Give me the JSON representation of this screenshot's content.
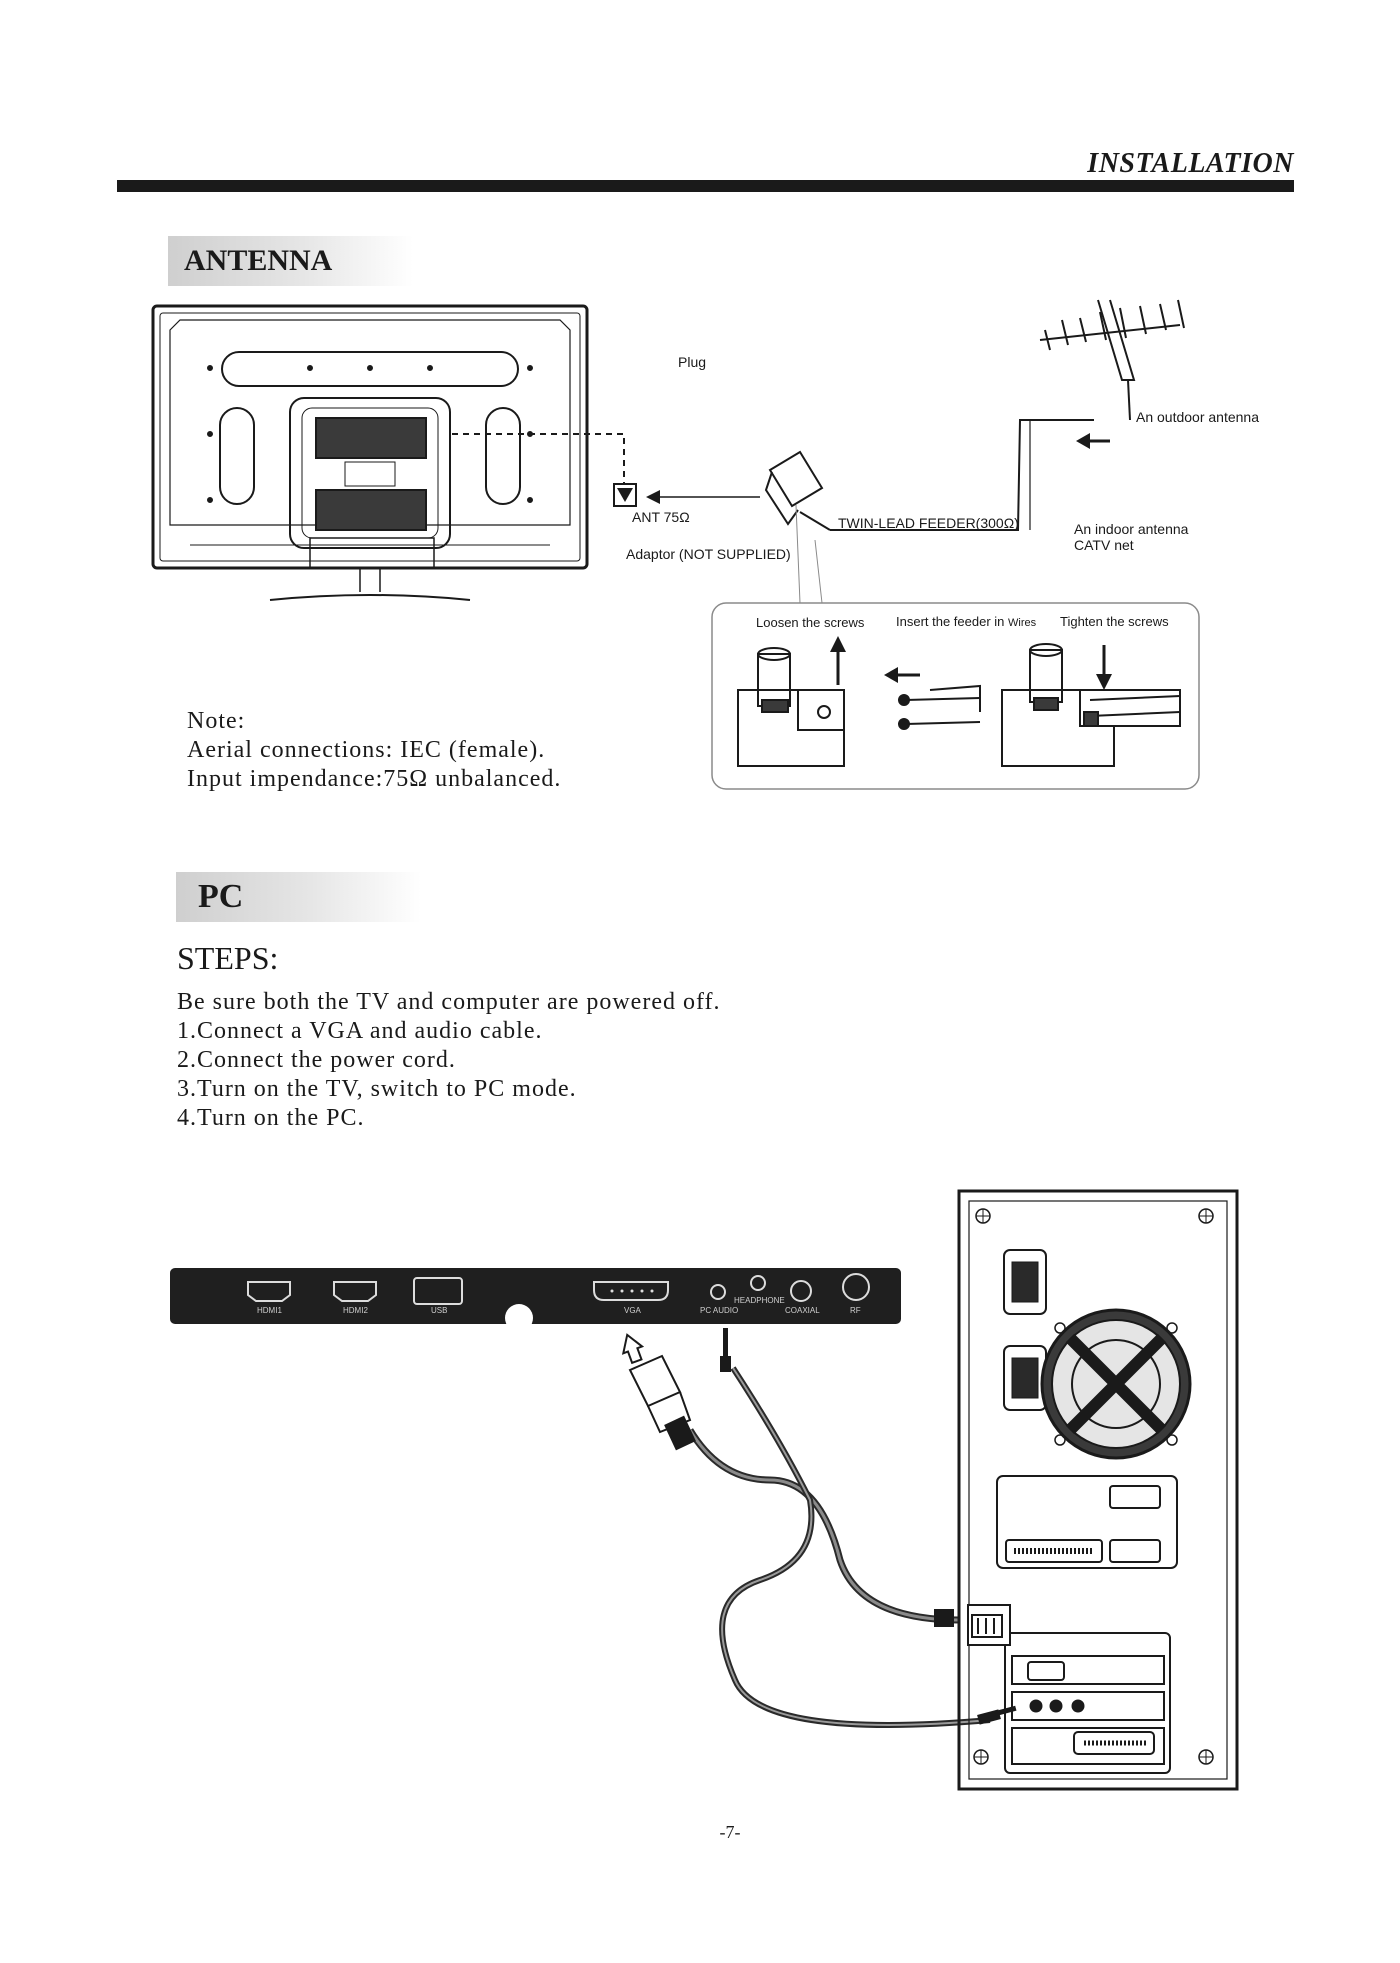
{
  "header": {
    "title": "INSTALLATION"
  },
  "antenna": {
    "section_title": "ANTENNA",
    "labels": {
      "plug": "Plug",
      "outdoor_antenna": "An outdoor antenna",
      "ant75": "ANT 75Ω",
      "adaptor": "Adaptor  (NOT SUPPLIED)",
      "twin_lead": "TWIN-LEAD FEEDER(300Ω)",
      "indoor_antenna": "An indoor antenna",
      "catv_net": "CATV net"
    },
    "steps_box": {
      "loosen": "Loosen the screws",
      "insert": "Insert the feeder in",
      "wires": "Wires",
      "tighten": "Tighten the screws"
    },
    "note": {
      "title": "Note:",
      "line1": "Aerial connections: IEC (female).",
      "line2": "Input impendance:75Ω  unbalanced."
    }
  },
  "pc": {
    "section_title": "PC",
    "steps_title": "STEPS:",
    "steps": [
      "Be sure both the TV and computer are powered off.",
      "1.Connect a VGA and audio cable.",
      "2.Connect the power cord.",
      "3.Turn on the TV, switch  to PC mode.",
      "4.Turn on the PC."
    ],
    "ports": {
      "hdmi1": "HDMI1",
      "hdmi2": "HDMI2",
      "usb": "USB",
      "vga": "VGA",
      "headphone": "HEADPHONE",
      "pc_audio": "PC AUDIO",
      "coaxial": "COAXIAL",
      "rf": "RF"
    }
  },
  "footer": {
    "page_number": "-7-"
  }
}
